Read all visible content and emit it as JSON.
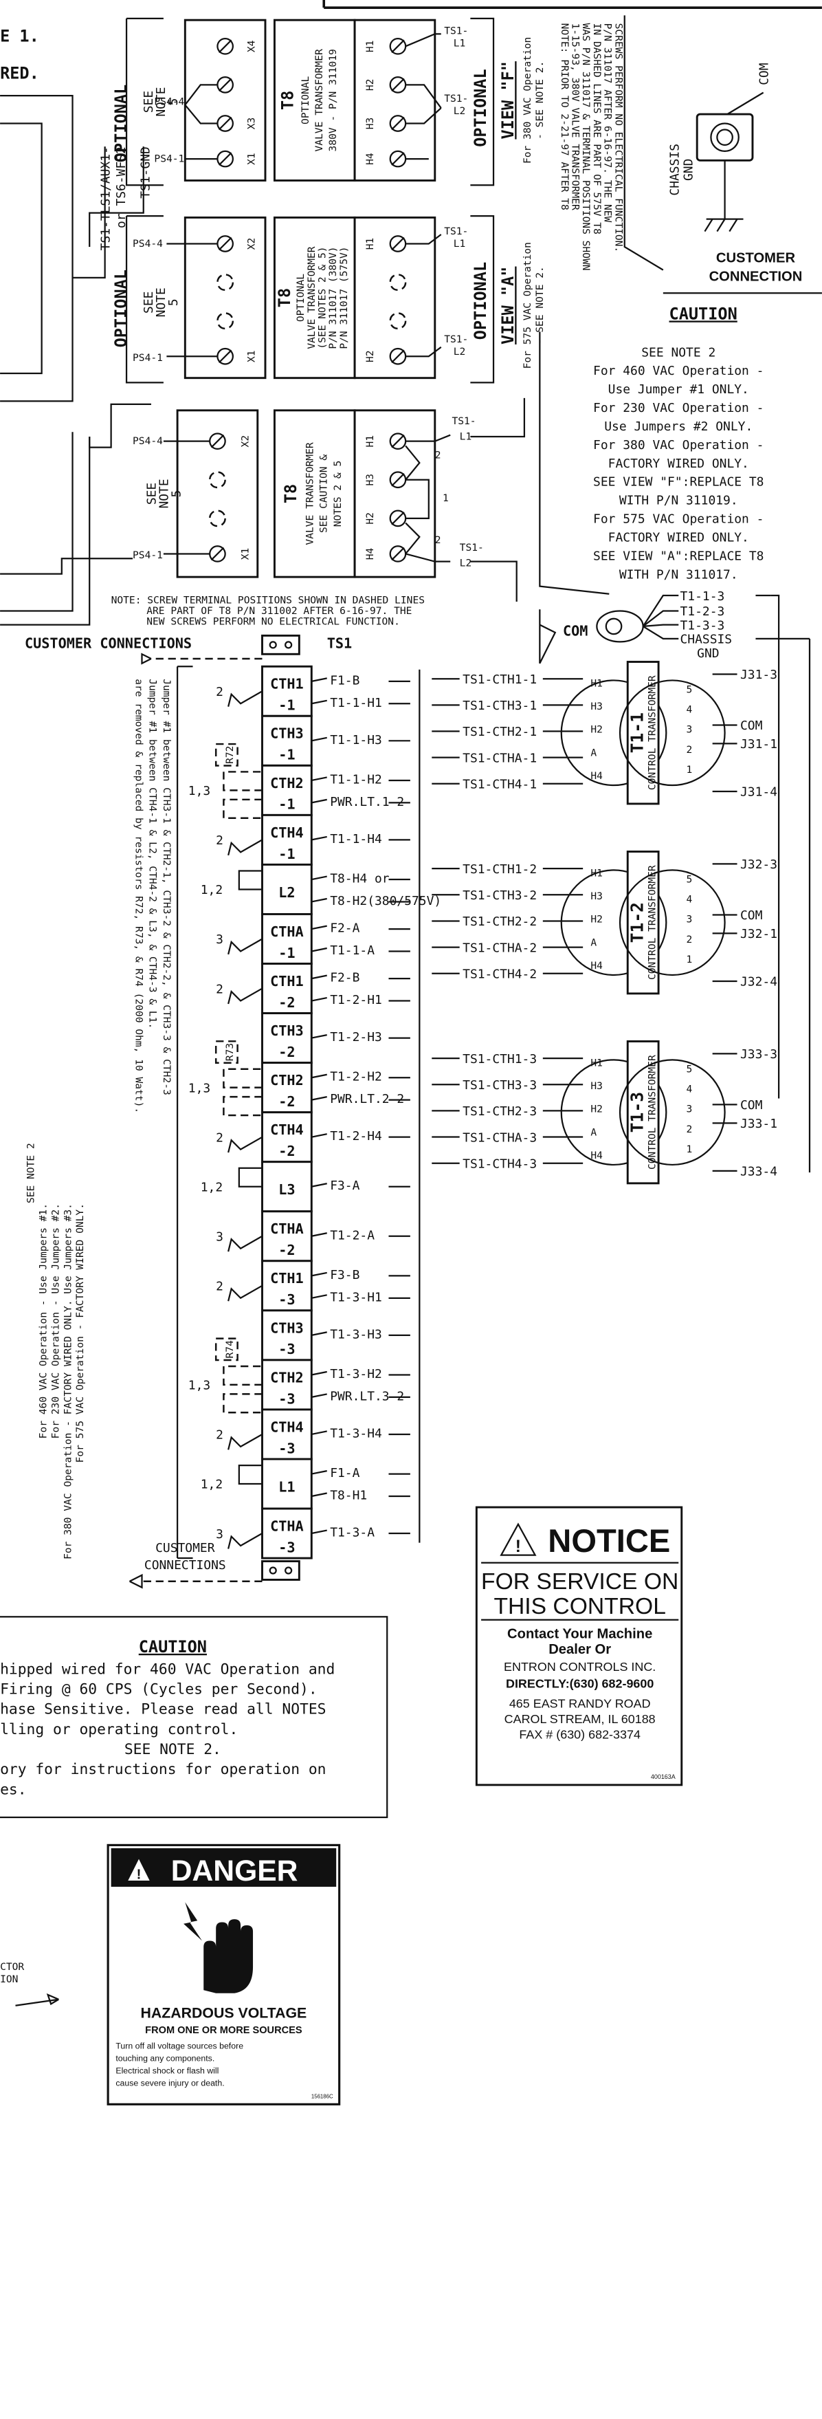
{
  "header": {
    "title_fragment": "E 1.",
    "subtitle_fragment": "RED."
  },
  "left_labels": {
    "aux": "TS1-TLS1/AUX1-",
    "wfs": "or TS6-WFS2",
    "gnd": "TS1-GND"
  },
  "optional_label": "OPTIONAL",
  "see_note_5": [
    "SEE",
    "NOTE",
    "5"
  ],
  "t8_top": {
    "label": "T8",
    "lines": [
      "OPTIONAL",
      "VALVE TRANSFORMER",
      "380V - P/N 311019"
    ],
    "left_terms": [
      "X4",
      "X3",
      "X1"
    ],
    "right_terms": [
      "H1",
      "H2",
      "H3",
      "H4"
    ],
    "ps_top": "PS4-4",
    "ps_bottom": "PS4-1",
    "ts_top": "TS1-",
    "ts_top2": "L1",
    "ts_bottom": "TS1-",
    "ts_bottom2": "L2"
  },
  "t8_mid": {
    "label": "T8",
    "lines": [
      "OPTIONAL",
      "VALVE TRANSFORMER",
      "(SEE NOTES 2 & 5)",
      "P/N 311017 (380V)",
      "P/N 311017 (575V)"
    ],
    "left_terms": [
      "X2",
      "X1"
    ],
    "right_terms": [
      "H1",
      "H2"
    ],
    "ps_top": "PS4-4",
    "ps_bottom": "PS4-1",
    "ts_top": "TS1-",
    "ts_top2": "L1",
    "ts_bottom": "TS1-",
    "ts_bottom2": "L2"
  },
  "view_f": {
    "title": "VIEW \"F\"",
    "line1": "For 380 VAC Operation",
    "line2": "- SEE NOTE 2."
  },
  "view_a": {
    "title": "VIEW \"A\"",
    "line1": "For 575 VAC Operation",
    "line2": "- SEE NOTE 2."
  },
  "vert_note": [
    "NOTE: PRIOR TO 2-21-97 AFTER T8",
    "1-15-93, 380V VALVE TRANSFORMER",
    "WAS P/N 311017 & TERMINAL POSITIONS SHOWN",
    "IN DASHED LINES ARE PART OF 575V T8",
    "P/N 311017 AFTER 6-16-97. THE NEW",
    "SCREWS PERFORM NO ELECTRICAL FUNCTION."
  ],
  "chassis": {
    "com": "COM",
    "label": "CHASSIS",
    "label2": "GND",
    "customer": "CUSTOMER",
    "connection": "CONNECTION"
  },
  "caution_box": {
    "title": "CAUTION",
    "lines": [
      "SEE NOTE 2",
      "For 460 VAC Operation -",
      "Use Jumper #1 ONLY.",
      "For 230 VAC Operation -",
      "Use Jumpers #2 ONLY.",
      "For 380 VAC Operation -",
      "FACTORY WIRED ONLY.",
      "SEE VIEW \"F\":REPLACE T8",
      "WITH P/N 311019.",
      "For 575 VAC Operation -",
      "FACTORY WIRED ONLY.",
      "SEE VIEW \"A\":REPLACE T8",
      "WITH P/N 311017."
    ]
  },
  "t8_main": {
    "label": "T8",
    "lines": [
      "VALVE TRANSFORMER",
      "SEE CAUTION &",
      "NOTES 2 & 5"
    ],
    "left_terms": [
      "X2",
      "X1"
    ],
    "right_terms": [
      "H1",
      "H3",
      "H2",
      "H4"
    ],
    "jumpers": [
      "2",
      "1",
      "2"
    ],
    "ps_top": "PS4-4",
    "ps_bottom": "PS4-1",
    "ts_top": "TS1-",
    "ts_top2": "L1",
    "ts_bottom": "TS1-",
    "ts_bottom2": "L2"
  },
  "screw_note": [
    "NOTE: SCREW TERMINAL POSITIONS SHOWN IN DASHED LINES",
    "ARE PART OF T8 P/N 311002 AFTER 6-16-97. THE",
    "NEW SCREWS PERFORM NO ELECTRICAL FUNCTION."
  ],
  "customer_connections": "CUSTOMER CONNECTIONS",
  "ts1_label": "TS1",
  "terminals": [
    {
      "label": "CTH1",
      "sub": "-1",
      "wires": [
        "F1-B",
        "T1-1-H1"
      ]
    },
    {
      "label": "CTH3",
      "sub": "-1",
      "wires": [
        "T1-1-H3"
      ]
    },
    {
      "label": "CTH2",
      "sub": "-1",
      "wires": [
        "T1-1-H2",
        "PWR.LT.1-2"
      ]
    },
    {
      "label": "CTH4",
      "sub": "-1",
      "wires": [
        "T1-1-H4"
      ]
    },
    {
      "label": "L2",
      "sub": "",
      "wires": [
        "T8-H4 or",
        "T8-H2(380/575V)"
      ]
    },
    {
      "label": "CTHA",
      "sub": "-1",
      "wires": [
        "F2-A",
        "T1-1-A"
      ]
    },
    {
      "label": "CTH1",
      "sub": "-2",
      "wires": [
        "F2-B",
        "T1-2-H1"
      ]
    },
    {
      "label": "CTH3",
      "sub": "-2",
      "wires": [
        "T1-2-H3"
      ]
    },
    {
      "label": "CTH2",
      "sub": "-2",
      "wires": [
        "T1-2-H2",
        "PWR.LT.2-2"
      ]
    },
    {
      "label": "CTH4",
      "sub": "-2",
      "wires": [
        "T1-2-H4"
      ]
    },
    {
      "label": "L3",
      "sub": "",
      "wires": [
        "F3-A"
      ]
    },
    {
      "label": "CTHA",
      "sub": "-2",
      "wires": [
        "T1-2-A"
      ]
    },
    {
      "label": "CTH1",
      "sub": "-3",
      "wires": [
        "F3-B",
        "T1-3-H1"
      ]
    },
    {
      "label": "CTH3",
      "sub": "-3",
      "wires": [
        "T1-3-H3"
      ]
    },
    {
      "label": "CTH2",
      "sub": "-3",
      "wires": [
        "T1-3-H2",
        "PWR.LT.3-2"
      ]
    },
    {
      "label": "CTH4",
      "sub": "-3",
      "wires": [
        "T1-3-H4"
      ]
    },
    {
      "label": "L1",
      "sub": "",
      "wires": [
        "F1-A",
        "T8-H1"
      ]
    },
    {
      "label": "CTHA",
      "sub": "-3",
      "wires": [
        "T1-3-A"
      ]
    }
  ],
  "resistors": [
    "R72",
    "R73",
    "R74"
  ],
  "jumper_labels": {
    "two": "2",
    "onethree": "1,3",
    "onetwo": "1,2",
    "three": "3"
  },
  "vertical_note": [
    "SEE NOTE 2",
    "For 460 VAC Operation - Use Jumpers #1.",
    "For 230 VAC Operation - Use Jumpers #2.",
    "For 380 VAC Operation - FACTORY WIRED ONLY. Use Jumpers #3.",
    "For 575 VAC Operation - FACTORY WIRED ONLY.",
    "Jumper #1 between CTH4-1 & L2, CTH4-2 & L3, & CTH4-3 & L1.",
    "Jumper #1 between CTH3-1 & CTH2-1, CTH3-2 & CTH2-2, & CTH3-3 & CTH2-3",
    "are removed & replaced by resistors R72, R73, & R74 (2000 Ohm, 10 Watt)."
  ],
  "com_right": {
    "com": "COM",
    "leads": [
      "T1-1-3",
      "T1-2-3",
      "T1-3-3",
      "CHASSIS",
      "GND"
    ]
  },
  "control_transformers": [
    {
      "title": "T1-1",
      "sub": "CONTROL TRANSFORMER",
      "inputs": [
        "TS1-CTH1-1",
        "TS1-CTH3-1",
        "TS1-CTH2-1",
        "TS1-CTHA-1",
        "TS1-CTH4-1"
      ],
      "outputs": [
        "J31-3",
        "COM",
        "J31-1",
        "J31-4"
      ]
    },
    {
      "title": "T1-2",
      "sub": "CONTROL TRANSFORMER",
      "inputs": [
        "TS1-CTH1-2",
        "TS1-CTH3-2",
        "TS1-CTH2-2",
        "TS1-CTHA-2",
        "TS1-CTH4-2"
      ],
      "outputs": [
        "J32-3",
        "COM",
        "J32-1",
        "J32-4"
      ]
    },
    {
      "title": "T1-3",
      "sub": "CONTROL TRANSFORMER",
      "inputs": [
        "TS1-CTH1-3",
        "TS1-CTH3-3",
        "TS1-CTH2-3",
        "TS1-CTHA-3",
        "TS1-CTH4-3"
      ],
      "outputs": [
        "J33-3",
        "COM",
        "J33-1",
        "J33-4"
      ]
    }
  ],
  "winding_labels": {
    "h1": "H1",
    "h3": "H3",
    "h2": "H2",
    "a": "A",
    "h4": "H4",
    "p5": "5",
    "p4": "4",
    "p3": "3",
    "p2": "2",
    "p1": "1"
  },
  "customer_connections_bottom": [
    "CUSTOMER",
    "CONNECTIONS"
  ],
  "notice": {
    "title": "NOTICE",
    "line1": "FOR SERVICE ON",
    "line2": "THIS CONTROL",
    "lines": [
      "Contact Your Machine",
      "Dealer Or",
      "ENTRON CONTROLS INC.",
      "DIRECTLY:(630) 682-9600",
      "465 EAST RANDY ROAD",
      "CAROL STREAM, IL 60188",
      "FAX # (630) 682-3374"
    ],
    "code": "400163A"
  },
  "bottom_caution": {
    "title": "CAUTION",
    "lines": [
      "hipped wired for 460 VAC Operation and",
      " Firing @ 60 CPS (Cycles per Second).",
      "hase Sensitive. Please read all NOTES",
      "lling or operating control.",
      "SEE NOTE 2.",
      "ory for instructions for operation on",
      "es."
    ]
  },
  "danger": {
    "title": "DANGER",
    "heading": "HAZARDOUS VOLTAGE",
    "sub": "FROM ONE OR MORE SOURCES",
    "lines": [
      "Turn off all voltage sources before",
      "touching any components.",
      "Electrical shock or flash will",
      "cause severe injury or death."
    ],
    "code": "156186C"
  },
  "connector_fragment": [
    "CTOR",
    "ION"
  ],
  "colors": {
    "ink": "#111111",
    "paper": "#ffffff",
    "danger_bg": "#111111"
  }
}
